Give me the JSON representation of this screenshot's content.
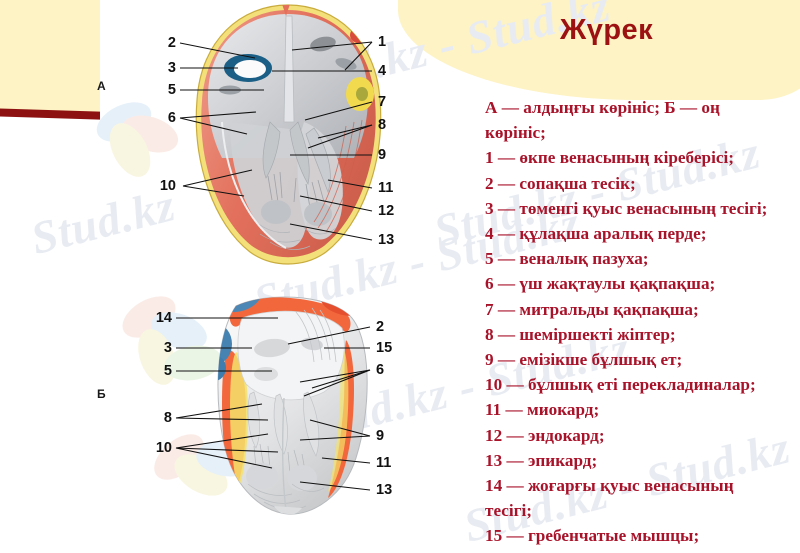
{
  "slide": {
    "title": "Жүрек",
    "title_color": "#9c1111",
    "legend_color": "#a8132a",
    "background": "#ffffff",
    "accent_cream": "#fdf3c4",
    "accent_dark_red": "#8e1111"
  },
  "watermark": {
    "text": "Stud.kz - Stud.kz",
    "short": "Stud.kz",
    "color": "#e8ecf2"
  },
  "legend": {
    "lines": [
      "А — алдыңғы көрініс; Б — оң",
      "көрініс;",
      "1 — өкпе венасының кіреберісі;",
      "2 — сопақша тесік;",
      "3 — төменгі қуыс венасының тесігі;",
      "4 — құлақша аралық перде;",
      "5 — веналық  пазуха;",
      "6 — үш жақтаулы қақпақша;",
      "7 — митральды қақпақша;",
      "8 — шеміршекті жіптер;",
      "9 — емізікше бұлшық ет;",
      "10 — бұлшық еті  перекладиналар;",
      "11 — миокард;",
      "12 — эндокард;",
      "13 — эпикард;",
      "14 — жоғарғы қуыс венасының",
      "тесігі;",
      "15 — гребенчатые мышцы;"
    ]
  },
  "panels": [
    {
      "letter": "А",
      "name": "anterior-view"
    },
    {
      "letter": "Б",
      "name": "right-view"
    }
  ],
  "figure_a": {
    "caption_letter": "А",
    "labels_left": [
      "2",
      "3",
      "5",
      "6",
      "10"
    ],
    "labels_right": [
      "1",
      "4",
      "7",
      "8",
      "9",
      "11",
      "12",
      "13"
    ]
  },
  "figure_b": {
    "caption_letter": "Б",
    "labels_left": [
      "14",
      "3",
      "5",
      "8",
      "10"
    ],
    "labels_right": [
      "2",
      "15",
      "6",
      "9",
      "11",
      "13"
    ]
  }
}
